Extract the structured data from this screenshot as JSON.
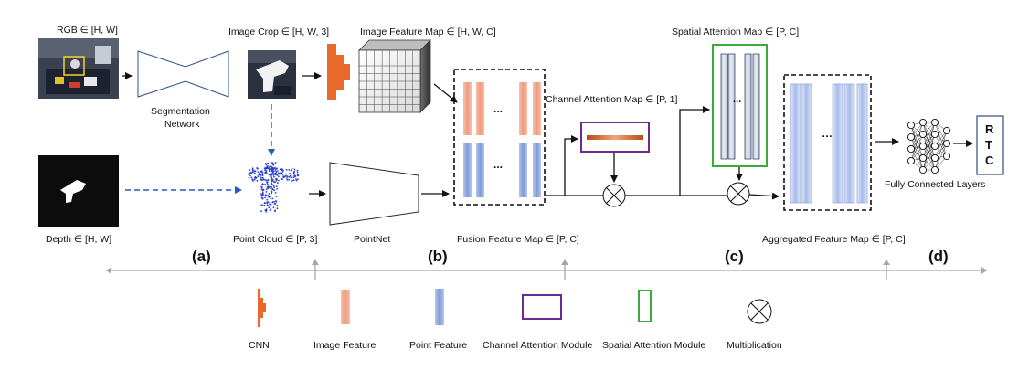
{
  "labels": {
    "rgb": "RGB ∈ [H, W]",
    "depth": "Depth ∈ [H, W]",
    "image_crop": "Image Crop ∈ [H, W, 3]",
    "image_feature_map": "Image Feature Map ∈ [H, W, C]",
    "segmentation_line1": "Segmentation",
    "segmentation_line2": "Network",
    "point_cloud": "Point Cloud ∈ [P, 3]",
    "pointnet": "PointNet",
    "fusion_feature_map": "Fusion Feature Map ∈ [P, C]",
    "channel_attention_map": "Channel Attention Map ∈ [P, 1]",
    "spatial_attention_map": "Spatial Attention Map ∈ [P, C]",
    "aggregated_feature_map": "Aggregated Feature Map ∈ [P, C]",
    "fully_connected": "Fully Connected Layers",
    "ellipsis": "...",
    "ellipsis_alt": "…"
  },
  "outputs": [
    "R",
    "T",
    "C"
  ],
  "sections": [
    "(a)",
    "(b)",
    "(c)",
    "(d)"
  ],
  "legend": [
    {
      "key": "cnn",
      "label": "CNN"
    },
    {
      "key": "image-feature",
      "label": "Image Feature"
    },
    {
      "key": "point-feature",
      "label": "Point Feature"
    },
    {
      "key": "channel-attention",
      "label": "Channel Attention Module"
    },
    {
      "key": "spatial-attention",
      "label": "Spatial Attention Module"
    },
    {
      "key": "multiplication",
      "label": "Multiplication"
    }
  ],
  "colors": {
    "cnn": "#e8692a",
    "image_feature": "#f4a58a",
    "point_feature": "#8fa8dc",
    "channel_attention": "#6a2c91",
    "spatial_attention": "#3aaa3a",
    "dashed_arrow": "#2a56c6",
    "timeline": "#a6a6a6"
  }
}
